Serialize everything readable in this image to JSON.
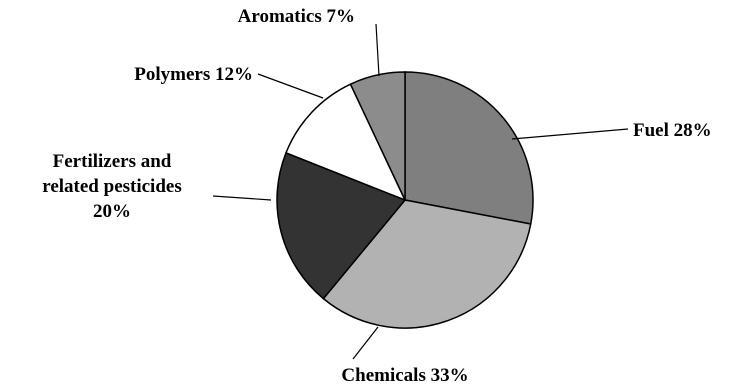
{
  "chart_data": {
    "type": "pie",
    "slices": [
      {
        "label": "Fuel",
        "value": 28,
        "value_text": "28%",
        "color": "#7f7f7f"
      },
      {
        "label": "Chemicals",
        "value": 33,
        "value_text": "33%",
        "color": "#b2b2b2"
      },
      {
        "label": "Fertilizers and related pesticides",
        "label_lines": [
          "Fertilizers and",
          "related pesticides"
        ],
        "value": 20,
        "value_text": "20%",
        "color": "#333333"
      },
      {
        "label": "Polymers",
        "value": 12,
        "value_text": "12%",
        "color": "#ffffff"
      },
      {
        "label": "Aromatics",
        "value": 7,
        "value_text": "7%",
        "color": "#8c8c8c"
      }
    ],
    "start_angle": "12 o'clock",
    "direction": "clockwise",
    "legend": "none",
    "title": ""
  }
}
